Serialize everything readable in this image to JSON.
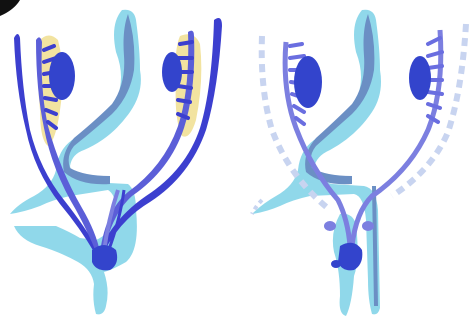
{
  "colors": {
    "background": "#ffffff",
    "tract_light": "#90d8ea",
    "tract_dark": "#6b8fc4",
    "duct": "#3c3fcf",
    "duct_mid": "#7c7fe0",
    "duct_faint": "#c8d4f0",
    "gonad": "#3344cc",
    "yellow": "#f2e3a0"
  },
  "panels": [
    {
      "id": "left",
      "state": "intact-ducts-with-yellow-tissue"
    },
    {
      "id": "right",
      "state": "regressing-ducts-dashed"
    }
  ]
}
